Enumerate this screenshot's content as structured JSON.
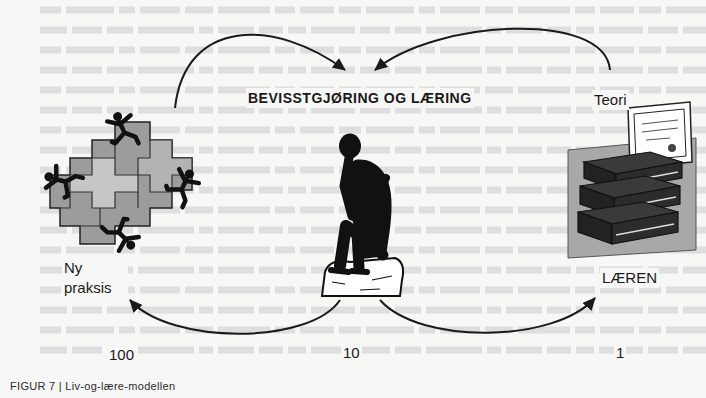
{
  "diagram": {
    "caption": "FIGUR 7 | Liv-og-lære-modellen",
    "nodes": [
      {
        "text": [
          "Ny praksis"
        ]
      },
      {
        "text": [
          "BEVISSTGJØRING OG LÆRING"
        ]
      },
      {
        "text": [
          "Teori",
          "LÆREN"
        ]
      }
    ],
    "edges": [
      {
        "from": 0,
        "to": 1,
        "arrow": "to"
      },
      {
        "from": 2,
        "to": 1,
        "arrow": "to"
      },
      {
        "from": 1,
        "to": 0,
        "arrow": "to"
      },
      {
        "from": 1,
        "to": 2,
        "arrow": "to"
      }
    ],
    "labels": [
      "100",
      "10",
      "1"
    ]
  }
}
